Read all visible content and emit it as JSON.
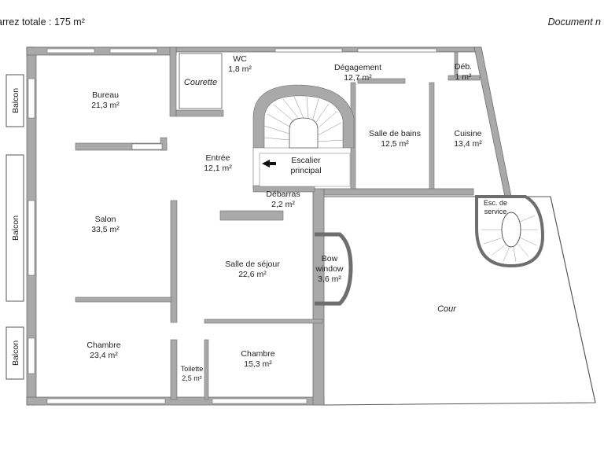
{
  "header": {
    "total_area": "arrez totale : 175 m²",
    "document_note": "Document n"
  },
  "rooms": {
    "bureau": {
      "name": "Bureau",
      "area": "21,3 m²"
    },
    "courette": {
      "name": "Courette"
    },
    "wc": {
      "name": "WC",
      "area": "1,8 m²"
    },
    "degagement": {
      "name": "Dégagement",
      "area": "12,7 m²"
    },
    "deb": {
      "name": "Déb.",
      "area": "1 m²"
    },
    "entree": {
      "name": "Entrée",
      "area": "12,1 m²"
    },
    "escalier": {
      "name1": "Escalier",
      "name2": "principal"
    },
    "salle_bains": {
      "name": "Salle de bains",
      "area": "12,5 m²"
    },
    "cuisine": {
      "name": "Cuisine",
      "area": "13,4 m²"
    },
    "debarras": {
      "name": "Débarras",
      "area": "2,2 m²"
    },
    "esc_service": {
      "name1": "Esc. de",
      "name2": "service"
    },
    "salon": {
      "name": "Salon",
      "area": "33,5 m²"
    },
    "sejour": {
      "name": "Salle de séjour",
      "area": "22,6 m²"
    },
    "bow": {
      "name1": "Bow",
      "name2": "window",
      "area": "3,6 m²"
    },
    "cour": {
      "name": "Cour"
    },
    "chambre1": {
      "name": "Chambre",
      "area": "23,4 m²"
    },
    "toilette": {
      "name": "Toilette",
      "area": "2,5 m²"
    },
    "chambre2": {
      "name": "Chambre",
      "area": "15,3 m²"
    }
  },
  "balconies": [
    "Balcon",
    "Balcon",
    "Balcon"
  ],
  "colors": {
    "wall": "#a9a9a9",
    "wall_stroke": "#6e6e6e",
    "line": "#555555"
  }
}
